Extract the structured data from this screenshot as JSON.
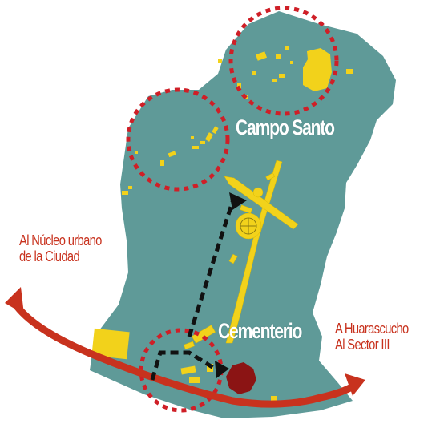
{
  "labels": {
    "campo_santo": "Campo Santo",
    "cementerio": "Cementerio",
    "urban_line1": "Al Núcleo urbano",
    "urban_line2": "de la Ciudad",
    "huara_line1": "A Huarascucho",
    "huara_line2": "Al Sector III"
  },
  "colors": {
    "site_fill": "#5f9a98",
    "structure_yellow": "#f2d21b",
    "route_red": "#c8321e",
    "dashed_circle": "#cf1f27",
    "path_black": "#111111",
    "landmark_darkred": "#8b1414"
  },
  "icons": {
    "route_arrow": "curved-double-arrow",
    "path_arrow": "dashed-path-arrow",
    "landmark": "octagon-landmark"
  }
}
